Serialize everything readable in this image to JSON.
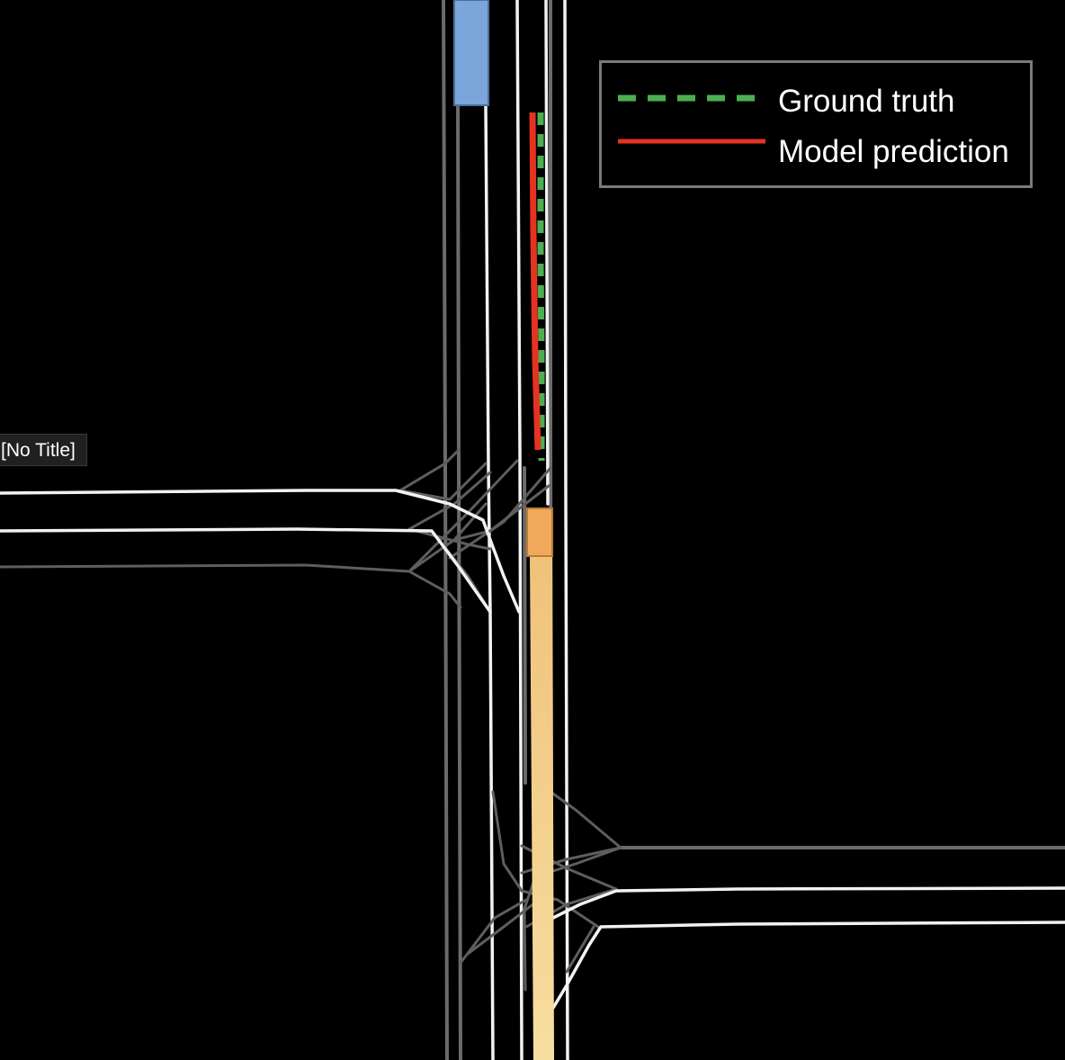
{
  "window": {
    "title_label": "[No Title]"
  },
  "legend": {
    "items": [
      {
        "label": "Ground truth",
        "style": "dashed",
        "color": "#4caf50",
        "icon": "dashed-line-icon"
      },
      {
        "label": "Model prediction",
        "style": "solid",
        "color": "#e53322",
        "icon": "solid-line-icon"
      }
    ]
  },
  "colors": {
    "background": "#000000",
    "road_edge": "#f2f2f2",
    "lane_connector": "#6b6b6b",
    "other_agent": "#7aa6db",
    "ego_agent": "#f0a95a",
    "ego_history_start": "#f0c27a",
    "ego_history_end": "#f7dea1"
  }
}
